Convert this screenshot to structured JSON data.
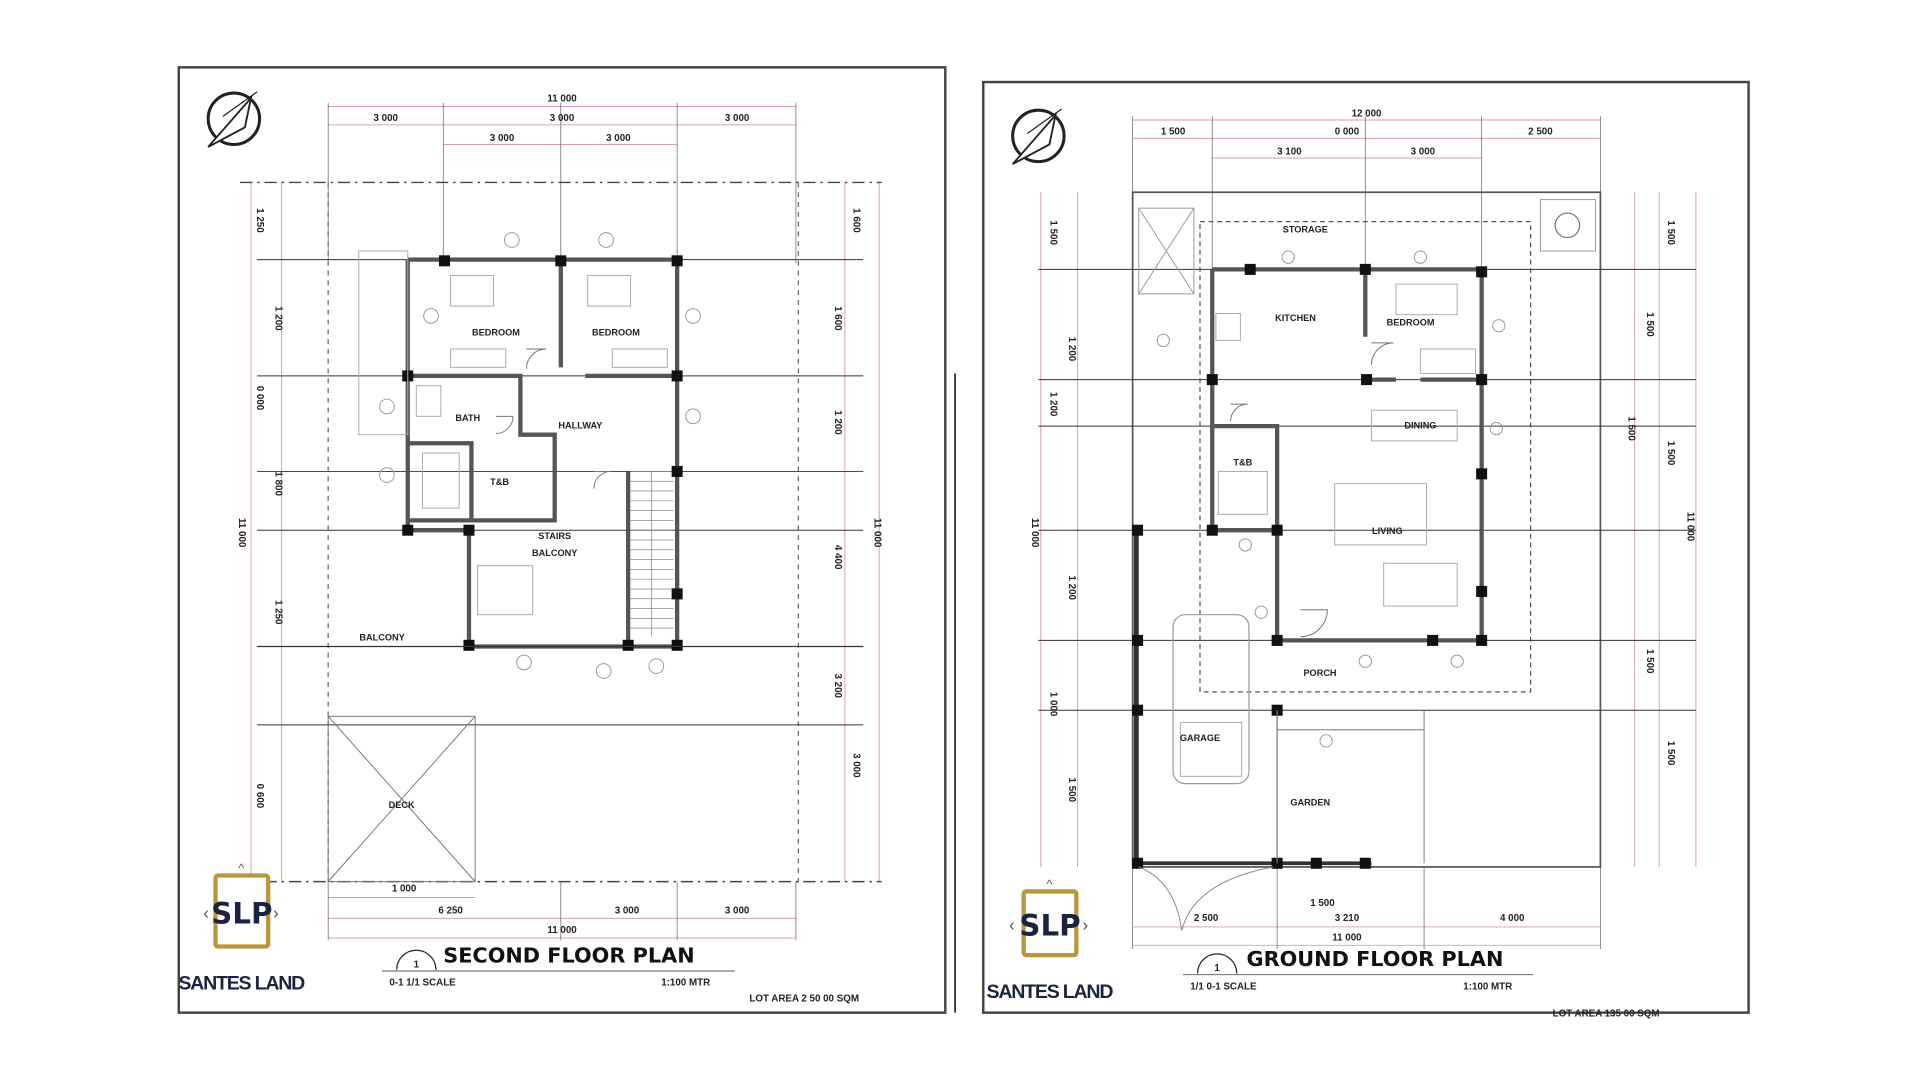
{
  "colors": {
    "wall": "#555555",
    "column": "#111111",
    "dim_line": "#d9a0a0",
    "grid": "#333333",
    "logo_gold": "#b8973c",
    "logo_navy": "#1c2340"
  },
  "sheets": [
    {
      "title": "SECOND FLOOR PLAN",
      "drawing_no": "1",
      "scale": "0-1 1/1 SCALE",
      "scale_right": "1:100 MTR",
      "lot_note": "LOT AREA 2 50 00 SQM",
      "logo_text": "SLP",
      "brand": "SANTES LAND",
      "dims_top": [
        "11 000",
        "3 000",
        "3 000",
        "3 000",
        "3 000",
        "3 000"
      ],
      "dims_bottom": [
        "1 000",
        "6 250",
        "3 000",
        "3 000",
        "11 000"
      ],
      "dims_left": [
        "1 250",
        "1 200",
        "0 000",
        "1 800",
        "11 000",
        "1 250",
        "0 600"
      ],
      "dims_right": [
        "1 600",
        "1 600",
        "1 200",
        "4 400",
        "3 200",
        "3 000",
        "11 000"
      ],
      "rooms": [
        "BEDROOM",
        "BEDROOM",
        "HALLWAY",
        "BATH",
        "T&B",
        "STAIRS",
        "BALCONY",
        "BALCONY",
        "DECK"
      ]
    },
    {
      "title": "GROUND FLOOR PLAN",
      "drawing_no": "1",
      "scale": "1/1 0-1 SCALE",
      "scale_right": "1:100 MTR",
      "lot_note": "LOT AREA 135 00 SQM",
      "logo_text": "SLP",
      "brand": "SANTES LAND",
      "dims_top": [
        "12 000",
        "1 500",
        "0 000",
        "2 500",
        "3 100",
        "3 000"
      ],
      "dims_bottom": [
        "2 500",
        "3 210",
        "4 000",
        "11 000",
        "1 500"
      ],
      "dims_left": [
        "1 500",
        "1 200",
        "1 200",
        "11 000",
        "1 200",
        "1 000",
        "1 500"
      ],
      "dims_right": [
        "1 500",
        "1 500",
        "1 500",
        "1 500",
        "11 000",
        "1 500",
        "1 500"
      ],
      "rooms": [
        "KITCHEN",
        "BEDROOM",
        "DINING",
        "LIVING",
        "T&B",
        "PORCH",
        "GARAGE",
        "GARDEN",
        "STORAGE"
      ]
    }
  ]
}
